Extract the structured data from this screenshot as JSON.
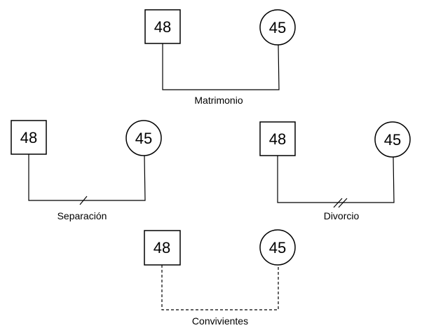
{
  "relations": {
    "matrimonio": {
      "male_age": "48",
      "female_age": "45",
      "label": "Matrimonio",
      "line_style": "solid",
      "marks": 0
    },
    "separacion": {
      "male_age": "48",
      "female_age": "45",
      "label": "Separación",
      "line_style": "solid",
      "marks": 1
    },
    "divorcio": {
      "male_age": "48",
      "female_age": "45",
      "label": "Divorcio",
      "line_style": "solid",
      "marks": 2
    },
    "convivientes": {
      "male_age": "48",
      "female_age": "45",
      "label": "Convivientes",
      "line_style": "dashed",
      "marks": 0
    }
  }
}
